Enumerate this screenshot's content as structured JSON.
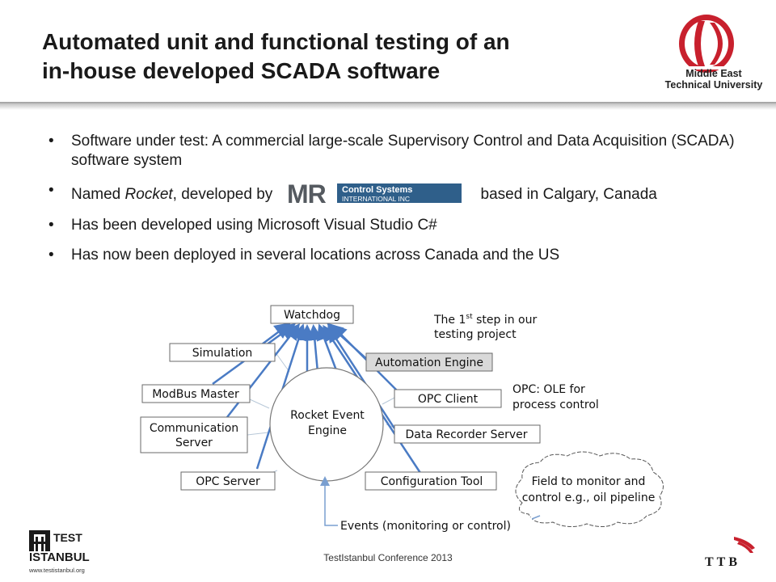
{
  "slide": {
    "title_line1": "Automated unit and functional testing of an",
    "title_line2": "in-house developed SCADA software",
    "university": {
      "line1": "Middle East",
      "line2": "Technical University",
      "logo_colors": {
        "red": "#c8202d"
      }
    },
    "bullets": {
      "b1": "Software under test: A commercial large-scale Supervisory Control and Data Acquisition (SCADA) software system",
      "b2_prefix": "Named ",
      "b2_italic": "Rocket",
      "b2_mid": ", developed by",
      "b2_suffix": " based in Calgary, Canada",
      "b3": "Has been developed using Microsoft Visual Studio C#",
      "b4": "Has now been deployed in several locations across Canada and the US"
    },
    "mr_logo": {
      "mark": "MR",
      "line1": "Control Systems",
      "line2": "INTERNATIONAL INC",
      "colors": {
        "mark": "#555a60",
        "text_bg": "#2f5f8a"
      }
    },
    "footer": "TestIstanbul Conference 2013",
    "testistanbul_logo": {
      "word1": "TEST",
      "word2": "ISTANBUL",
      "url": "www.testistanbul.org"
    },
    "ttb_logo": {
      "text": "TTB",
      "accent": "#c8202d"
    }
  },
  "diagram": {
    "center": {
      "line1": "Rocket Event",
      "line2": "Engine"
    },
    "nodes": {
      "watchdog": "Watchdog",
      "simulation": "Simulation",
      "automation": "Automation Engine",
      "modbus": "ModBus Master",
      "opc_client": "OPC Client",
      "comm_line1": "Communication",
      "comm_line2": "Server",
      "data_recorder": "Data Recorder Server",
      "opc_server": "OPC Server",
      "config_tool": "Configuration Tool"
    },
    "annotations": {
      "first_step_a": "The 1",
      "first_step_sup": "st",
      "first_step_b": " step in our",
      "first_step_c": "testing project",
      "opc_1": "OPC: OLE for",
      "opc_2": "process control",
      "field_1": "Field to monitor and",
      "field_2": "control e.g., oil pipeline",
      "events": "Events (monitoring or control)"
    },
    "colors": {
      "arrow": "#4a7bc4",
      "box_stroke": "#6a6a6a",
      "automation_fill": "#d9d9d9"
    }
  }
}
